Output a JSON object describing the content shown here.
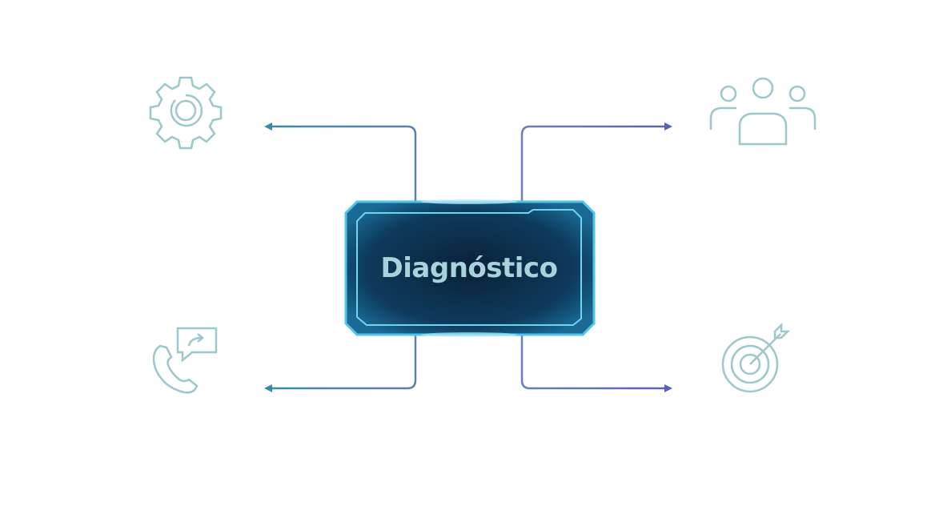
{
  "diagram": {
    "center_label": "Diagnóstico",
    "branches": [
      {
        "position": "top-left",
        "icon": "gear-icon"
      },
      {
        "position": "top-right",
        "icon": "team-icon"
      },
      {
        "position": "bottom-left",
        "icon": "phone-chat-icon"
      },
      {
        "position": "bottom-right",
        "icon": "target-icon"
      }
    ],
    "colors": {
      "icon": "#9cc7cb",
      "left_arrow": "#3a8aa6",
      "right_arrow": "#5a62b0",
      "box_dark": "#0a2a45",
      "box_glow": "#5fd0f0",
      "label": "#a9d3dc"
    }
  }
}
